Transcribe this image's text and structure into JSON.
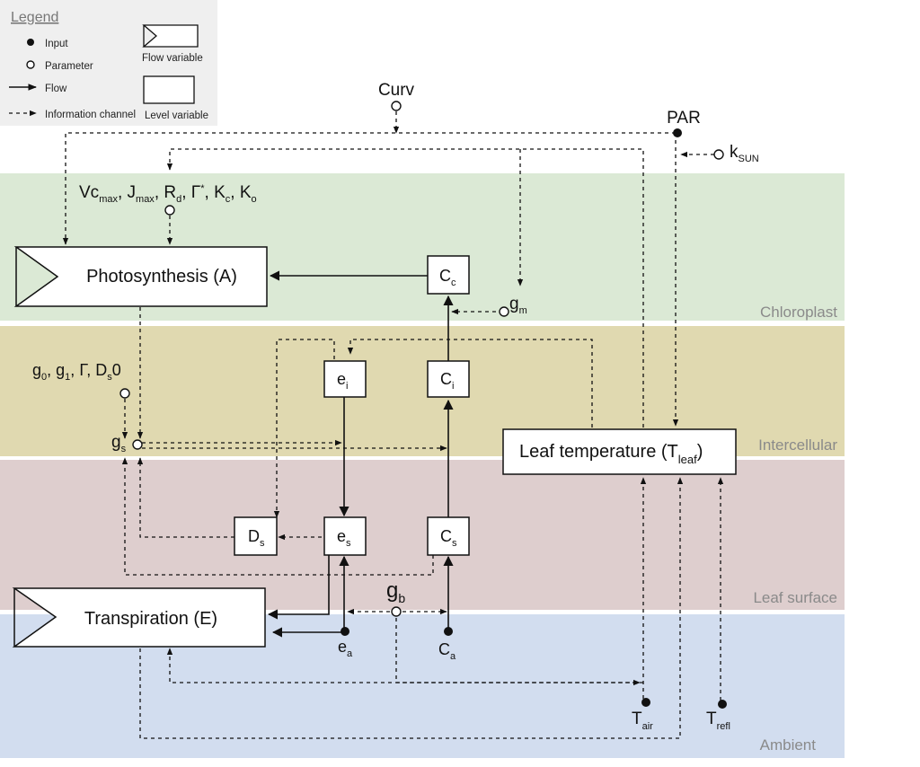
{
  "legend": {
    "title": "Legend",
    "input": "Input",
    "parameter": "Parameter",
    "flow": "Flow",
    "info": "Information channel",
    "flow_variable": "Flow variable",
    "level_variable": "Level variable"
  },
  "zones": {
    "chloroplast": "Chloroplast",
    "intercellular": "Intercellular",
    "leaf_surface": "Leaf surface",
    "ambient": "Ambient"
  },
  "colors": {
    "chloroplast": "#dbe9d5",
    "intercellular": "#e0d9b0",
    "leaf_surface": "#decece",
    "ambient": "#d2ddef",
    "legend_bg": "#efefef"
  },
  "nodes": {
    "curv": "Curv",
    "par": "PAR",
    "k_sun": "k",
    "k_sun_sub": "SUN",
    "photo_params": {
      "vc": "Vc",
      "vc_sub": "max",
      "j": "J",
      "j_sub": "max",
      "r": "R",
      "r_sub": "d",
      "gamma": "Γ",
      "gamma_sup": "*",
      "kc": "K",
      "kc_sub": "c",
      "ko": "K",
      "ko_sub": "o"
    },
    "photosynthesis": "Photosynthesis (A)",
    "transpiration": "Transpiration (E)",
    "cc": "C",
    "cc_sub": "c",
    "gm": "g",
    "gm_sub": "m",
    "ei": "e",
    "ei_sub": "i",
    "ci": "C",
    "ci_sub": "i",
    "es": "e",
    "es_sub": "s",
    "cs": "C",
    "cs_sub": "s",
    "ds": "D",
    "ds_sub": "s",
    "gs": "g",
    "gs_sub": "s",
    "stomatal_params": {
      "g0": "g",
      "g0_sub": "0",
      "g1": "g",
      "g1_sub": "1",
      "gamma": "Γ",
      "ds": "D",
      "ds_sub": "s",
      "ds_tail": "0"
    },
    "gb": "g",
    "gb_sub": "b",
    "ea": "e",
    "ea_sub": "a",
    "ca": "C",
    "ca_sub": "a",
    "leaf_temp": "Leaf temperature (T",
    "leaf_temp_sub": "leaf",
    "leaf_temp_tail": ")",
    "tair": "T",
    "tair_sub": "air",
    "trefl": "T",
    "trefl_sub": "refl"
  }
}
